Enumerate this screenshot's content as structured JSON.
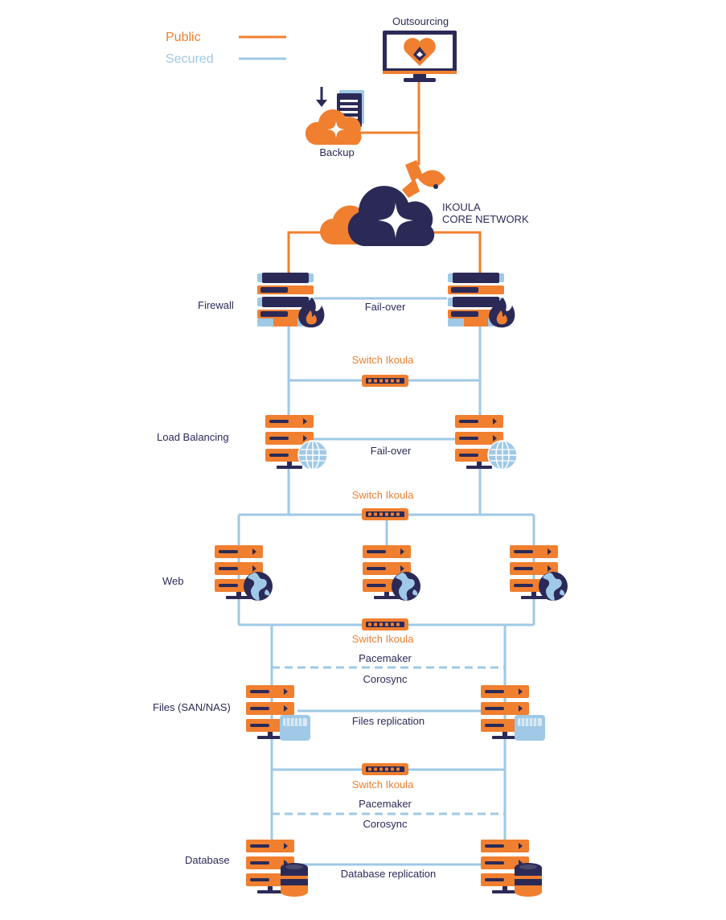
{
  "legend": {
    "public_label": "Public",
    "secured_label": "Secured",
    "public_color": "#f07f30",
    "secured_color": "#9fc9e6"
  },
  "colors": {
    "navy": "#2b2a57",
    "orange": "#f07f30",
    "light_blue": "#9fc9e6"
  },
  "nodes": {
    "outsourcing": "Outsourcing",
    "backup": "Backup",
    "core_network_line1": "IKOULA",
    "core_network_line2": "CORE NETWORK"
  },
  "tiers": {
    "firewall": "Firewall",
    "load_balancing": "Load Balancing",
    "web": "Web",
    "files": "Files (SAN/NAS)",
    "database": "Database"
  },
  "links": {
    "firewall_failover": "Fail-over",
    "lb_failover": "Fail-over",
    "switch_1": "Switch Ikoula",
    "switch_2": "Switch Ikoula",
    "switch_3": "Switch Ikoula",
    "switch_4": "Switch Ikoula",
    "pacemaker_1": "Pacemaker",
    "corosync_1": "Corosync",
    "files_replication": "Files replication",
    "pacemaker_2": "Pacemaker",
    "corosync_2": "Corosync",
    "db_replication": "Database replication"
  },
  "icons": {
    "monitor": "monitor-heart-icon",
    "backup": "cloud-backup-icon",
    "core": "cloud-network-icon",
    "logo": "ikoula-fish-logo-icon",
    "firewall": "firewall-server-icon",
    "lb": "load-balancer-icon",
    "web": "web-server-icon",
    "switch": "network-switch-icon",
    "files": "storage-server-icon",
    "database": "database-server-icon"
  }
}
